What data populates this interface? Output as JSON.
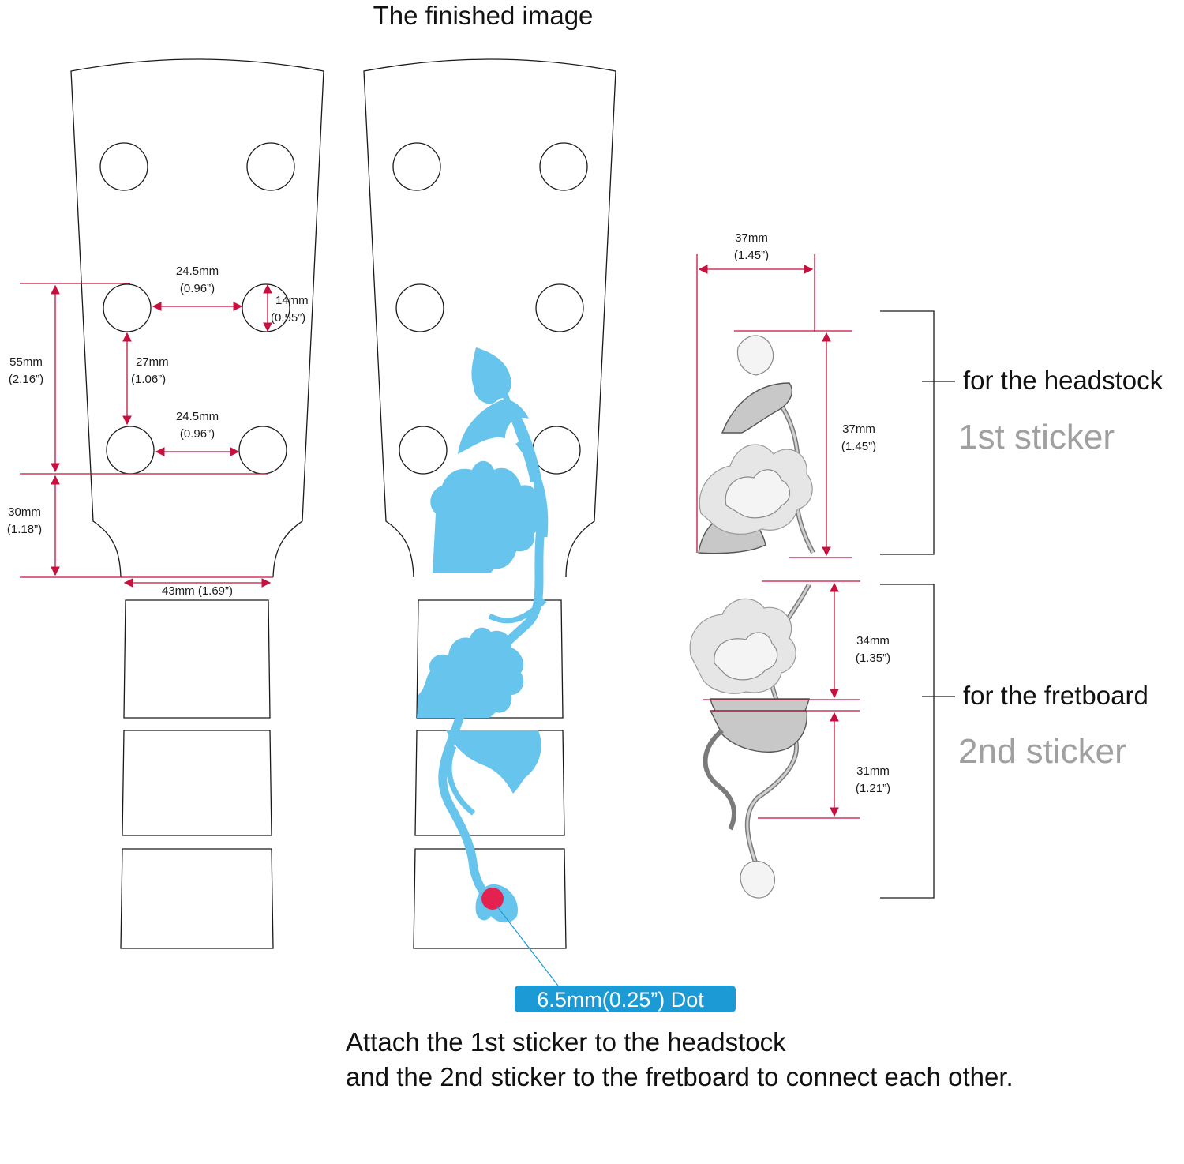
{
  "title": "The finished image",
  "dimensions": {
    "hole_spacing_top": "24.5mm",
    "hole_spacing_top_in": "(0.96”)",
    "hole_diameter": "14mm",
    "hole_diameter_in": "(0.55”)",
    "hole_vertical": "27mm",
    "hole_vertical_in": "(1.06”)",
    "hole_spacing_bottom": "24.5mm",
    "hole_spacing_bottom_in": "(0.96”)",
    "holes_span": "55mm",
    "holes_span_in": "(2.16”)",
    "lower_section": "30mm",
    "lower_section_in": "(1.18”)",
    "nut_width": "43mm (1.69”)",
    "sticker_width": "37mm",
    "sticker_width_in": "(1.45”)",
    "sticker1_height": "37mm",
    "sticker1_height_in": "(1.45”)",
    "sticker2_upper": "34mm",
    "sticker2_upper_in": "(1.35”)",
    "sticker2_lower": "31mm",
    "sticker2_lower_in": "(1.21”)"
  },
  "labels": {
    "headstock_use": "for the headstock",
    "sticker1": "1st sticker",
    "fretboard_use": "for the fretboard",
    "sticker2": "2nd sticker"
  },
  "dot_badge": "6.5mm(0.25”) Dot",
  "instructions": {
    "line1": "Attach the 1st sticker to the headstock",
    "line2": "and the 2nd sticker to the fretboard to connect each other."
  },
  "colors": {
    "dimension_line": "#c8103e",
    "silhouette": "#67c4ed",
    "dot": "#e3224f",
    "badge": "#1b9ad6"
  }
}
